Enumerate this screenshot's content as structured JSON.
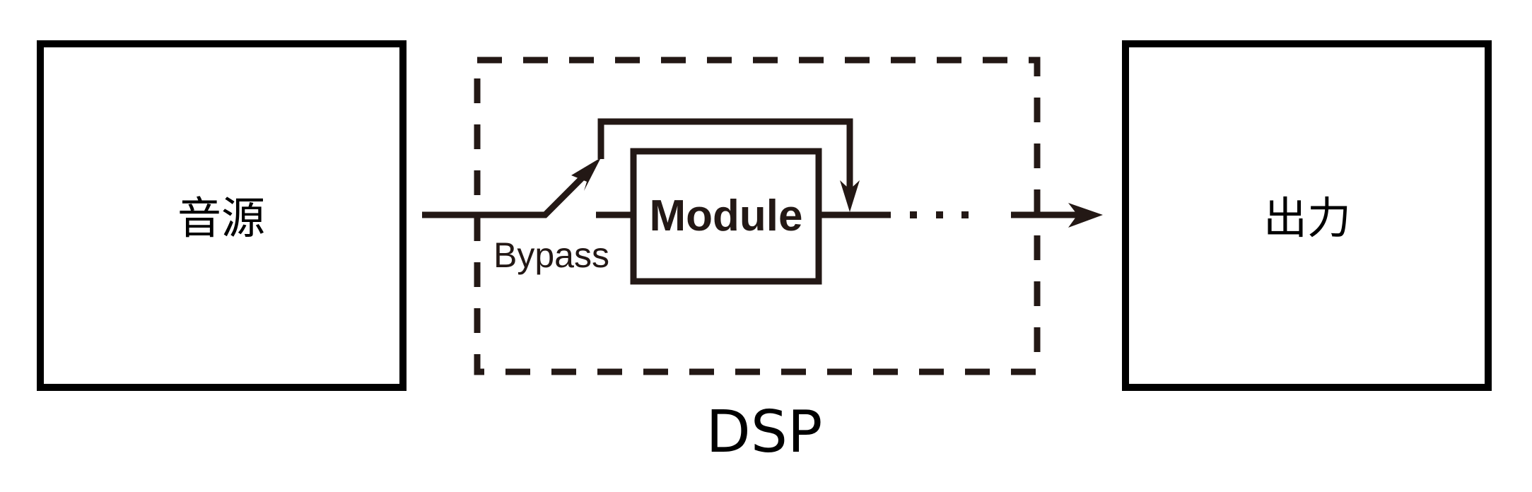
{
  "diagram": {
    "type": "signal-flow block diagram",
    "nodes": {
      "source": {
        "label": "音源"
      },
      "dsp": {
        "label": "DSP",
        "style": "dashed-container"
      },
      "module": {
        "label": "Module"
      },
      "output": {
        "label": "出力"
      }
    },
    "labels": {
      "bypass": "Bypass",
      "continuation": "···"
    },
    "edges": [
      {
        "from": "source",
        "to": "module",
        "note": "input signal"
      },
      {
        "from": "source",
        "to": "bypass-path",
        "note": "Bypass switch"
      },
      {
        "from": "bypass-path",
        "to": "module-output",
        "note": "bypass rejoins after Module"
      },
      {
        "from": "module",
        "to": "output",
        "note": "continues (···) to output"
      }
    ],
    "colors": {
      "box_stroke": "#000000",
      "line_stroke": "#231815",
      "background": "#ffffff"
    }
  }
}
